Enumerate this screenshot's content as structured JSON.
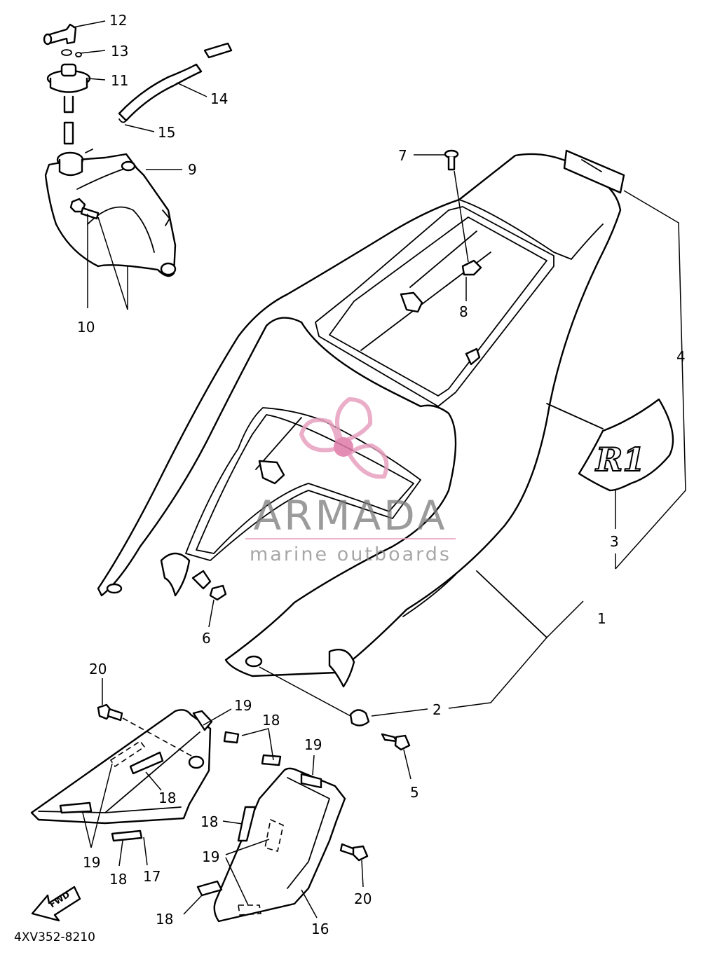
{
  "diagram": {
    "drawing_code": "4XV352-8210",
    "fwd_label": "FWD",
    "decal_text": "R1",
    "callouts": [
      {
        "id": "c1",
        "label": "1"
      },
      {
        "id": "c2",
        "label": "2"
      },
      {
        "id": "c3",
        "label": "3"
      },
      {
        "id": "c4",
        "label": "4"
      },
      {
        "id": "c5",
        "label": "5"
      },
      {
        "id": "c6",
        "label": "6"
      },
      {
        "id": "c7",
        "label": "7"
      },
      {
        "id": "c8",
        "label": "8"
      },
      {
        "id": "c9",
        "label": "9"
      },
      {
        "id": "c10",
        "label": "10"
      },
      {
        "id": "c11",
        "label": "11"
      },
      {
        "id": "c12",
        "label": "12"
      },
      {
        "id": "c13",
        "label": "13"
      },
      {
        "id": "c14",
        "label": "14"
      },
      {
        "id": "c15",
        "label": "15"
      },
      {
        "id": "c16",
        "label": "16"
      },
      {
        "id": "c17",
        "label": "17"
      },
      {
        "id": "c18a",
        "label": "18"
      },
      {
        "id": "c18b",
        "label": "18"
      },
      {
        "id": "c18c",
        "label": "18"
      },
      {
        "id": "c18d",
        "label": "18"
      },
      {
        "id": "c18e",
        "label": "18"
      },
      {
        "id": "c19a",
        "label": "19"
      },
      {
        "id": "c19b",
        "label": "19"
      },
      {
        "id": "c19c",
        "label": "19"
      },
      {
        "id": "c19d",
        "label": "19"
      },
      {
        "id": "c20a",
        "label": "20"
      },
      {
        "id": "c20b",
        "label": "20"
      }
    ]
  },
  "watermark": {
    "brand": "ARMADA",
    "tagline": "marine outboards",
    "logo_color": "#e8a0c0",
    "logo_core_color": "#e07aa8",
    "text_color": "#7a7a7a"
  }
}
